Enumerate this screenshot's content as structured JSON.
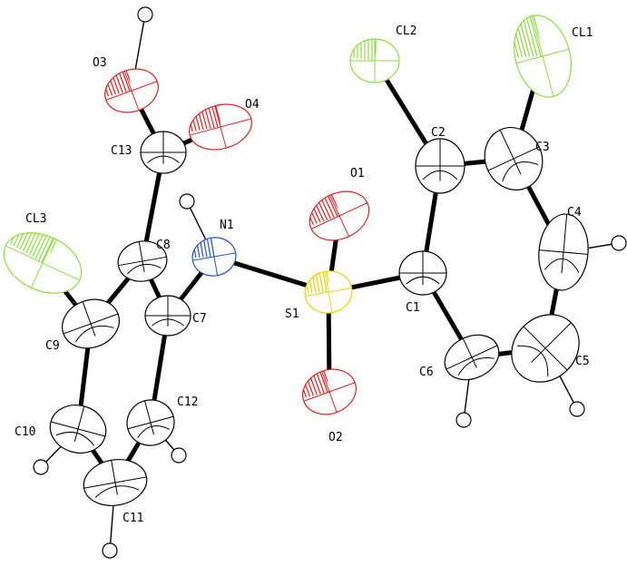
{
  "figure": {
    "type": "ORTEP thermal-ellipsoid molecular structure",
    "colors": {
      "C": "#000000",
      "H": "#000000",
      "N": "#1f4fd6",
      "O": "#e02020",
      "S": "#e8d400",
      "Cl": "#8cdc3c"
    }
  },
  "atoms": [
    {
      "id": "CL1",
      "label": "CL1",
      "element": "Cl"
    },
    {
      "id": "CL2",
      "label": "CL2",
      "element": "Cl"
    },
    {
      "id": "CL3",
      "label": "CL3",
      "element": "Cl"
    },
    {
      "id": "O1",
      "label": "O1",
      "element": "O"
    },
    {
      "id": "O2",
      "label": "O2",
      "element": "O"
    },
    {
      "id": "O3",
      "label": "O3",
      "element": "O"
    },
    {
      "id": "O4",
      "label": "O4",
      "element": "O"
    },
    {
      "id": "N1",
      "label": "N1",
      "element": "N"
    },
    {
      "id": "S1",
      "label": "S1",
      "element": "S"
    },
    {
      "id": "C1",
      "label": "C1",
      "element": "C"
    },
    {
      "id": "C2",
      "label": "C2",
      "element": "C"
    },
    {
      "id": "C3",
      "label": "C3",
      "element": "C"
    },
    {
      "id": "C4",
      "label": "C4",
      "element": "C"
    },
    {
      "id": "C5",
      "label": "C5",
      "element": "C"
    },
    {
      "id": "C6",
      "label": "C6",
      "element": "C"
    },
    {
      "id": "C7",
      "label": "C7",
      "element": "C"
    },
    {
      "id": "C8",
      "label": "C8",
      "element": "C"
    },
    {
      "id": "C9",
      "label": "C9",
      "element": "C"
    },
    {
      "id": "C10",
      "label": "C10",
      "element": "C"
    },
    {
      "id": "C11",
      "label": "C11",
      "element": "C"
    },
    {
      "id": "C12",
      "label": "C12",
      "element": "C"
    },
    {
      "id": "C13",
      "label": "C13",
      "element": "C"
    }
  ],
  "bonds": [
    [
      "C2",
      "CL2"
    ],
    [
      "C3",
      "CL1"
    ],
    [
      "C9",
      "CL3"
    ],
    [
      "C1",
      "C2"
    ],
    [
      "C2",
      "C3"
    ],
    [
      "C3",
      "C4"
    ],
    [
      "C4",
      "C5"
    ],
    [
      "C5",
      "C6"
    ],
    [
      "C6",
      "C1"
    ],
    [
      "C1",
      "S1"
    ],
    [
      "S1",
      "O1"
    ],
    [
      "S1",
      "O2"
    ],
    [
      "S1",
      "N1"
    ],
    [
      "N1",
      "C7"
    ],
    [
      "C7",
      "C8"
    ],
    [
      "C8",
      "C9"
    ],
    [
      "C9",
      "C10"
    ],
    [
      "C10",
      "C11"
    ],
    [
      "C11",
      "C12"
    ],
    [
      "C12",
      "C7"
    ],
    [
      "C8",
      "C13"
    ],
    [
      "C13",
      "O3"
    ],
    [
      "C13",
      "O4"
    ]
  ],
  "hydrogens": [
    {
      "parent": "O3"
    },
    {
      "parent": "N1"
    },
    {
      "parent": "C4"
    },
    {
      "parent": "C5"
    },
    {
      "parent": "C6"
    },
    {
      "parent": "C10"
    },
    {
      "parent": "C11"
    },
    {
      "parent": "C12"
    }
  ]
}
